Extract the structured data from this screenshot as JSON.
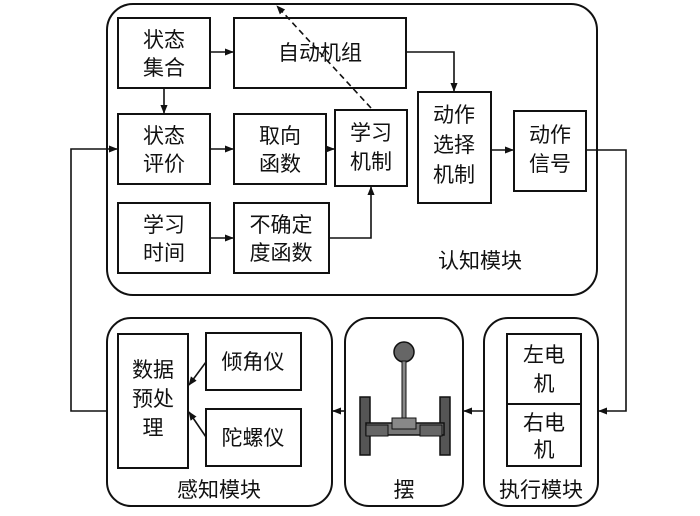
{
  "cognitive": {
    "module_label": "认知模块",
    "state_set": [
      "状态",
      "集合"
    ],
    "auto_unit": "自动机组",
    "state_eval": [
      "状态",
      "评价"
    ],
    "orient_func": [
      "取向",
      "函数"
    ],
    "learning": [
      "学习",
      "机制"
    ],
    "action_select": [
      "动作",
      "选择",
      "机制"
    ],
    "action_signal": [
      "动作",
      "信号"
    ],
    "learn_time": [
      "学习",
      "时间"
    ],
    "uncertainty": [
      "不确定",
      "度函数"
    ]
  },
  "perception": {
    "module_label": "感知模块",
    "preprocess": [
      "数据",
      "预处",
      "理"
    ],
    "inclinometer": "倾角仪",
    "gyroscope": "陀螺仪"
  },
  "pendulum": {
    "label": "摆"
  },
  "execution": {
    "module_label": "执行模块",
    "left_motor": [
      "左电",
      "机"
    ],
    "right_motor": [
      "右电",
      "机"
    ]
  }
}
